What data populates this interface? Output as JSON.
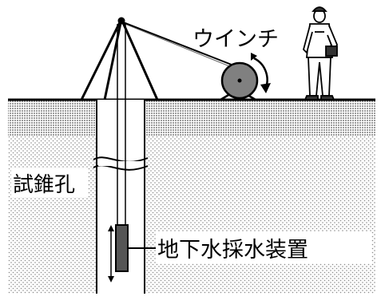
{
  "labels": {
    "winch": "ウインチ",
    "borehole": "試錐孔",
    "sampler": "地下水採水装置"
  },
  "colors": {
    "ink": "#000000",
    "winch_drum": "#808080",
    "ground_dots": "#8c8c8c",
    "background": "#ffffff"
  }
}
